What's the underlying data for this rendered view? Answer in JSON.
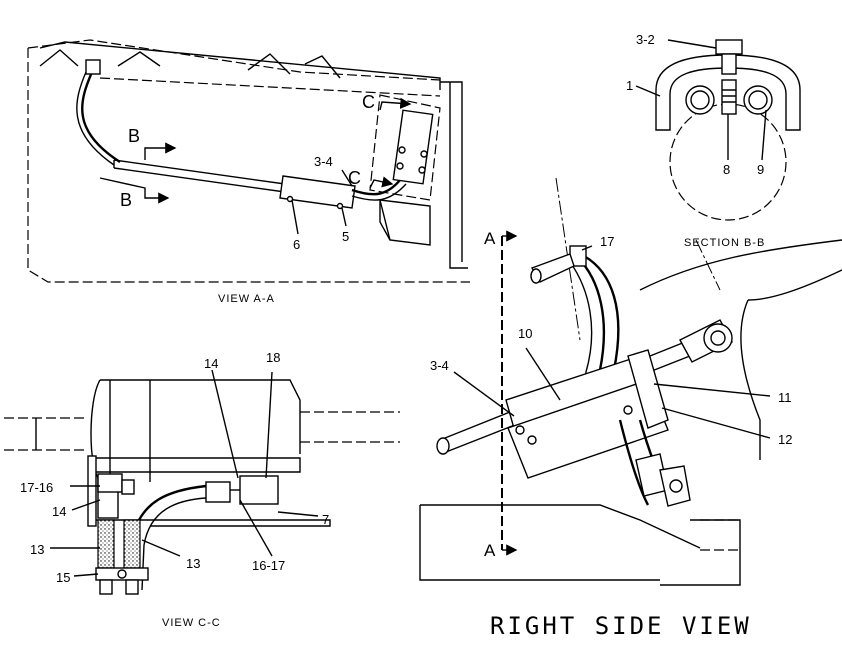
{
  "views": {
    "view_aa": "VIEW  A-A",
    "view_cc": "VIEW  C-C",
    "section_bb": "SECTION  B-B",
    "right_side": "RIGHT  SIDE  VIEW"
  },
  "view_aa_callouts": {
    "b_upper": "B",
    "b_lower": "B",
    "c_upper": "C",
    "c_lower": "C",
    "p3_4": "3-4",
    "p6": "6",
    "p5": "5"
  },
  "section_bb_callouts": {
    "p3_2": "3-2",
    "p1": "1",
    "p8": "8",
    "p9": "9"
  },
  "right_side_callouts": {
    "a_upper": "A",
    "a_lower": "A",
    "p17": "17",
    "p10": "10",
    "p3_4": "3-4",
    "p11": "11",
    "p12": "12"
  },
  "view_cc_callouts": {
    "p14_top": "14",
    "p18": "18",
    "p17_16": "17-16",
    "p14_left": "14",
    "p7": "7",
    "p13_left": "13",
    "p13_mid": "13",
    "p15": "15",
    "p16_17": "16-17"
  }
}
